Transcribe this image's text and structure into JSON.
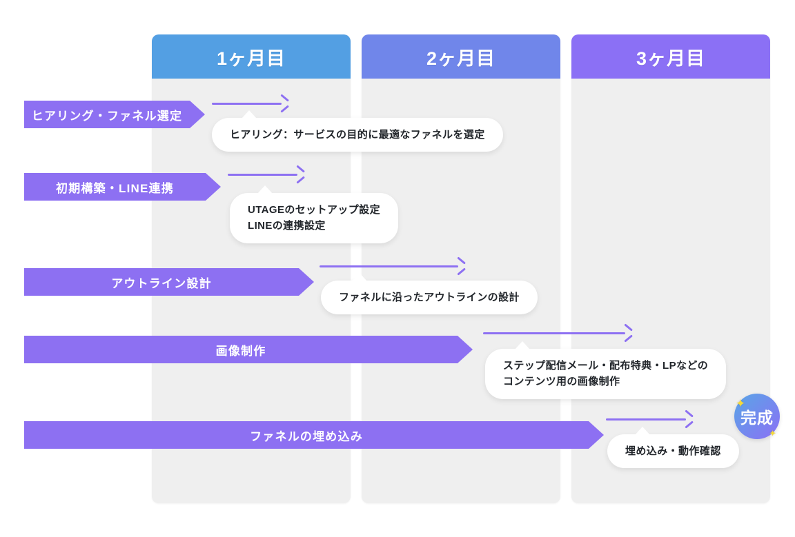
{
  "diagram": {
    "title": "UTAGE funnel construction 3-month schedule",
    "colors": {
      "month1_header": "#539fe3",
      "month2_header": "#7086ea",
      "month3_header": "#8b70f5",
      "task_bar": "#8d70f2",
      "arrow": "#8d70f2",
      "column_bg": "#efefef",
      "callout_bg": "#ffffff",
      "badge_gradient_from": "#59a6e6",
      "badge_gradient_to": "#8b70f5",
      "sparkle": "#f5d93a"
    },
    "columns": [
      {
        "label": "1ヶ月目"
      },
      {
        "label": "2ヶ月目"
      },
      {
        "label": "3ヶ月目"
      }
    ],
    "rows": [
      {
        "task": "ヒアリング・ファネル選定",
        "callout_lines": [
          "ヒアリング：サービスの目的に最適なファネルを選定"
        ]
      },
      {
        "task": "初期構築・LINE連携",
        "callout_lines": [
          "UTAGEのセットアップ設定",
          "LINEの連携設定"
        ]
      },
      {
        "task": "アウトライン設計",
        "callout_lines": [
          "ファネルに沿ったアウトラインの設計"
        ]
      },
      {
        "task": "画像制作",
        "callout_lines": [
          "ステップ配信メール・配布特典・LPなどの",
          "コンテンツ用の画像制作"
        ]
      },
      {
        "task": "ファネルの埋め込み",
        "callout_lines": [
          "埋め込み・動作確認"
        ]
      }
    ],
    "badge": {
      "label": "完成",
      "sparkle_glyph": "✦"
    }
  }
}
